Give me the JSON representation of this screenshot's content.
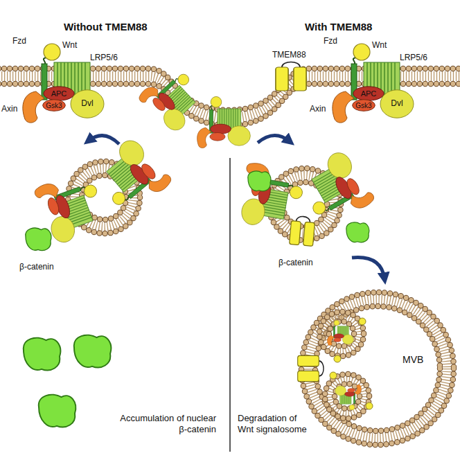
{
  "diagram": {
    "nodes": [
      {
        "text": [
          "APC"
        ]
      },
      {
        "text": [
          "Gsk3"
        ]
      },
      {
        "text": [
          "Dvl"
        ]
      },
      {
        "text": [
          "APC"
        ]
      },
      {
        "text": [
          "Gsk3"
        ]
      },
      {
        "text": [
          "Dvl"
        ]
      },
      {
        "text": [
          "MVB"
        ]
      }
    ],
    "labels": [
      "Without TMEM88",
      "With TMEM88",
      "Fzd",
      "Wnt",
      "LRP5/6",
      "Axin",
      "TMEM88",
      "Fzd",
      "Wnt",
      "LRP5/6",
      "Axin",
      "β-catenin",
      "β-catenin",
      "Accumulation of nuclear β-catenin",
      "Degradation of Wnt signalosome"
    ]
  }
}
